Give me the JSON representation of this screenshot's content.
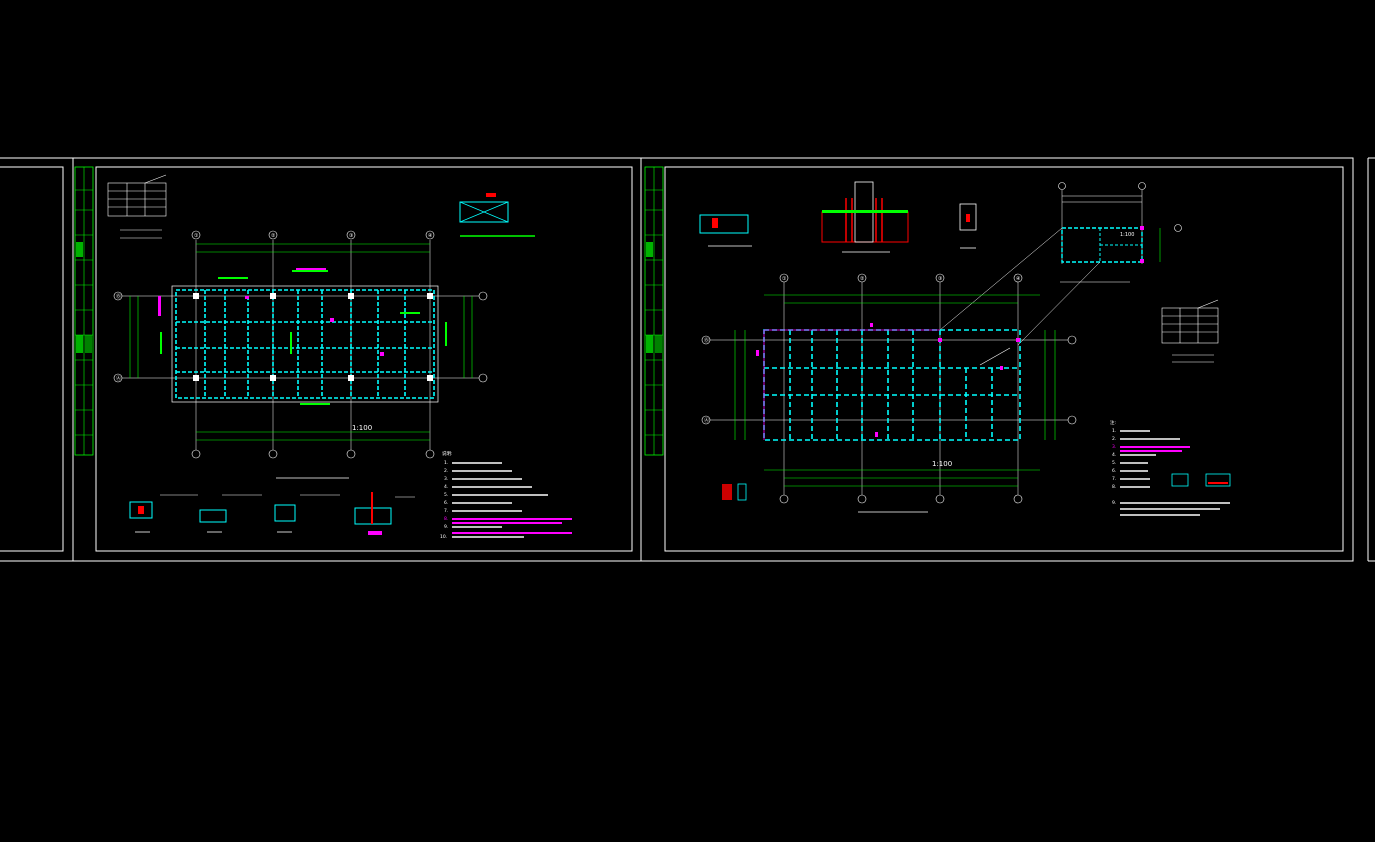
{
  "viewport": {
    "background": "#000000"
  },
  "colors": {
    "frame": "#ffffff",
    "axis": "#ffffff",
    "grid": "#00ffff",
    "dim": "#00ff00",
    "text": "#ffffff",
    "highlight": "#ff00ff",
    "red": "#ff0000",
    "yellow": "#ffff00"
  },
  "sheet1": {
    "plan_scale": "1:100",
    "notes_title": "说明:",
    "note_numbers": [
      "1.",
      "2.",
      "3.",
      "4.",
      "5.",
      "6.",
      "7.",
      "8.",
      "9.",
      "10."
    ]
  },
  "sheet2": {
    "plan_scale": "1:100",
    "detail_scale": "1:100",
    "notes_title": "注:",
    "note_numbers": [
      "1.",
      "2.",
      "3.",
      "4.",
      "5.",
      "6.",
      "7.",
      "8.",
      "9."
    ]
  },
  "axis_labels": {
    "sheet1_top": [
      "①",
      "②",
      "③",
      "④"
    ],
    "sheet1_side": [
      "Ⓑ",
      "Ⓐ"
    ],
    "sheet2_top": [
      "①",
      "②",
      "③",
      "④"
    ],
    "sheet2_side": [
      "Ⓑ",
      "Ⓐ"
    ]
  }
}
